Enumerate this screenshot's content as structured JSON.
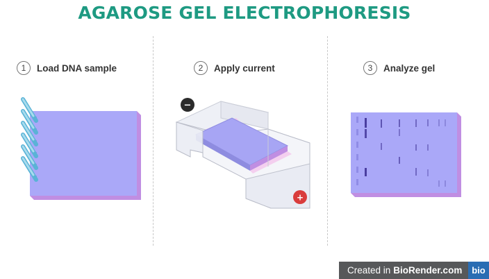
{
  "title": "AGAROSE GEL ELECTROPHORESIS",
  "steps": [
    {
      "number": "1",
      "label": "Load DNA sample"
    },
    {
      "number": "2",
      "label": "Apply current"
    },
    {
      "number": "3",
      "label": "Analyze gel"
    }
  ],
  "electrodes": {
    "negative": "−",
    "positive": "+"
  },
  "colors": {
    "title": "#1e9a82",
    "gel_face": "#aaa8f8",
    "gel_edge": "#c08ee2",
    "band": "#4a3ea0",
    "negative": "#2b2b2b",
    "positive": "#d93c3c",
    "divider": "#c8c8c8",
    "footer_bg": "#57585a",
    "footer_logo": "#2a6db3"
  },
  "icons": [
    "pipette-tip-icon",
    "electrode-negative-icon",
    "electrode-positive-icon"
  ],
  "footer": {
    "prefix": "Created in",
    "brand": "BioRender.com",
    "logo": "bio"
  }
}
